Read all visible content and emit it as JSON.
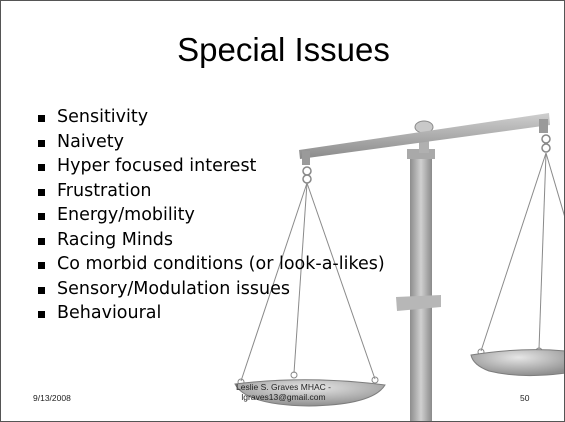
{
  "slide": {
    "title": "Special Issues",
    "bullets": [
      "Sensitivity",
      "Naivety",
      "Hyper focused interest",
      "Frustration",
      "Energy/mobility",
      "Racing Minds",
      "Co morbid conditions (or look-a-likes)",
      "Sensory/Modulation issues",
      "Behavioural"
    ],
    "footer": {
      "date": "9/13/2008",
      "author_line1": "Leslie S. Graves MHAC -",
      "author_line2": "lgraves13@gmail.com",
      "page_number": "50"
    }
  }
}
